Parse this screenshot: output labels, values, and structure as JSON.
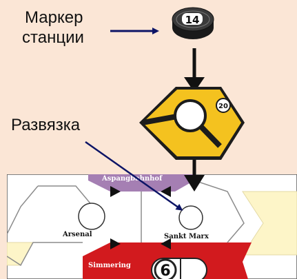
{
  "labels": {
    "marker_line1": "Маркер",
    "marker_line2": "станции",
    "junction": "Развязка"
  },
  "marker": {
    "number": "14"
  },
  "tile": {
    "value": "20"
  },
  "board": {
    "top_station": "Aspangbahnhof",
    "left_station": "Arsenal",
    "center_station": "Sankt Marx",
    "bottom_station": "Simmering",
    "bottom_number": "6"
  },
  "colors": {
    "background": "#fbe6d6",
    "navy_arrow": "#0c1466",
    "tile_yellow": "#f4c21f",
    "purple": "#a57fb3",
    "red": "#d21a1e",
    "cream": "#fdf5c8"
  }
}
